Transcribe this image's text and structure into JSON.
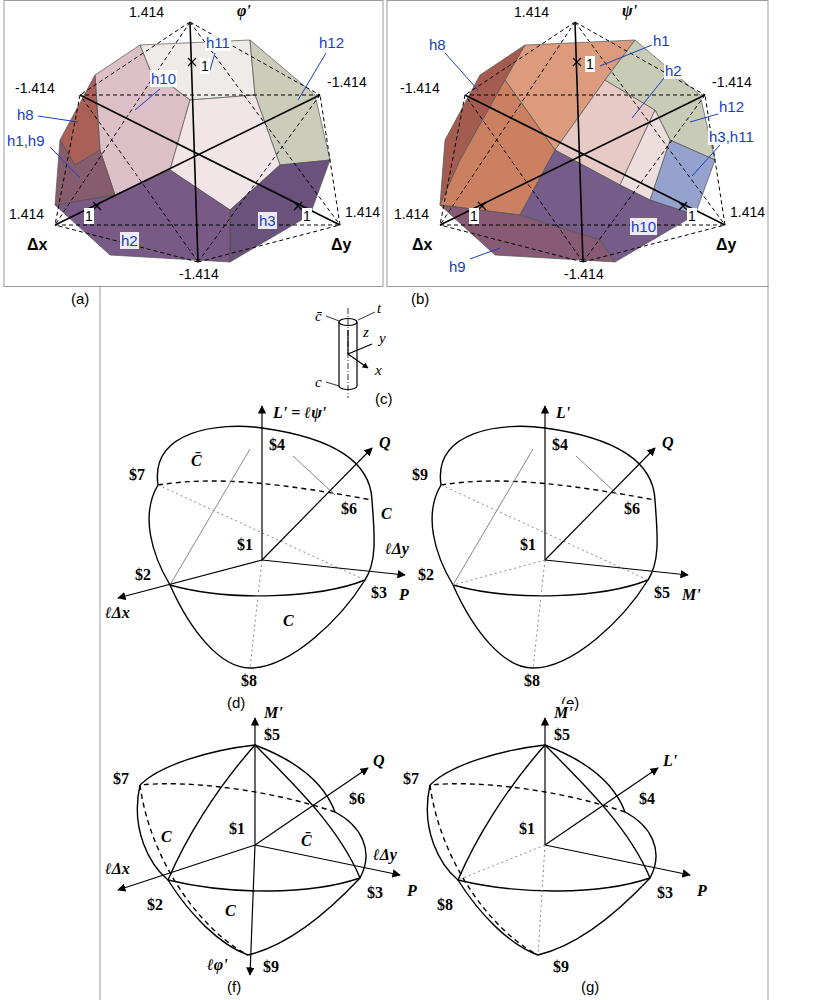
{
  "diagram": {
    "labels": [
      "1.414",
      "φ'",
      "h11",
      "h12",
      "h10",
      "-1.414",
      "-1.414",
      "h8",
      "h1,h9",
      "1",
      "1",
      "1",
      "1.414",
      "1.414",
      "Δx",
      "Δy",
      "h2",
      "h3",
      "-1.414",
      "(a)",
      "1.414",
      "ψ'",
      "h8",
      "h1",
      "h2",
      "-1.414",
      "-1.414",
      "h12",
      "h3,h11",
      "1",
      "1",
      "1",
      "1.414",
      "1.414",
      "Δx",
      "Δy",
      "h9",
      "h10",
      "-1.414",
      "(b)",
      "c̄",
      "t",
      "z",
      "y",
      "x",
      "c",
      "(c)",
      "L' = ℓψ'",
      "$4",
      "$7",
      "Q",
      "C̄",
      "$6",
      "C",
      "$1",
      "ℓΔx",
      "ℓΔy",
      "$2",
      "$3",
      "P",
      "C",
      "$8",
      "(d)",
      "L'",
      "$4",
      "Q",
      "$9",
      "$6",
      "$1",
      "$2",
      "$5",
      "M'",
      "$8",
      "(e)",
      "M'",
      "$5",
      "$7",
      "Q",
      "$6",
      "C̄",
      "C",
      "$1",
      "ℓΔy",
      "$2",
      "$3",
      "P",
      "C",
      "ℓΔx",
      "$9",
      "ℓφ'",
      "(f)",
      "M'",
      "$5",
      "$7",
      "L'",
      "$4",
      "$1",
      "$3",
      "P",
      "$8",
      "$9",
      "(g)"
    ]
  }
}
